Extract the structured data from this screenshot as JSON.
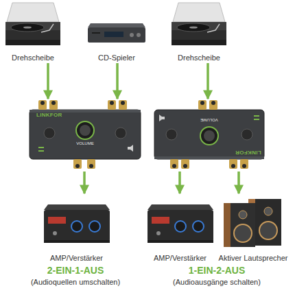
{
  "diagram": {
    "nodes": [
      {
        "text": [
          "Drehscheibe"
        ]
      },
      {
        "text": [
          "CD-Spieler"
        ]
      },
      {
        "text": [
          "LINKFOR",
          "VOLUME"
        ]
      },
      {
        "text": [
          "AMP/Verstärker"
        ]
      },
      {
        "text": [
          "Drehscheibe"
        ]
      },
      {
        "text": [
          "LINKFOR",
          "VOLUME"
        ]
      },
      {
        "text": [
          "AMP/Verstärker"
        ]
      },
      {
        "text": [
          "Aktiver Lautsprecher"
        ]
      }
    ],
    "edges": [
      {
        "from": 0,
        "to": 2,
        "arrow": "to"
      },
      {
        "from": 1,
        "to": 2,
        "arrow": "to"
      },
      {
        "from": 2,
        "to": 3,
        "arrow": "to"
      },
      {
        "from": 4,
        "to": 5,
        "arrow": "to"
      },
      {
        "from": 5,
        "to": 6,
        "arrow": "to"
      },
      {
        "from": 5,
        "to": 7,
        "arrow": "to"
      }
    ],
    "labels": [
      "2-EIN-1-AUS",
      "(Audioquellen umschalten)",
      "1-EIN-2-AUS",
      "(Audioausgänge schalten)"
    ]
  }
}
